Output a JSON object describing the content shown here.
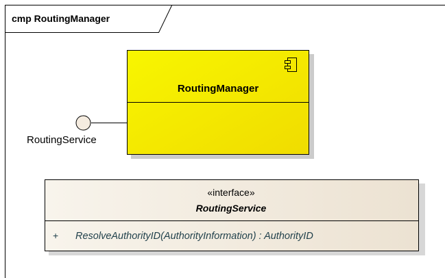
{
  "diagram": {
    "frame": {
      "title": "cmp RoutingManager"
    },
    "component": {
      "name": "RoutingManager",
      "icon": "component-icon",
      "fill_top": "#f5f200",
      "fill_bottom": "#f0e000"
    },
    "provided_interface": {
      "label": "RoutingService",
      "fill": "#f5ece0"
    },
    "interface_class": {
      "stereotype": "«interface»",
      "name": "RoutingService",
      "operations": [
        {
          "visibility": "+",
          "signature": "ResolveAuthorityID(AuthorityInformation) : AuthorityID"
        }
      ],
      "fill": "#f5efe5"
    }
  }
}
